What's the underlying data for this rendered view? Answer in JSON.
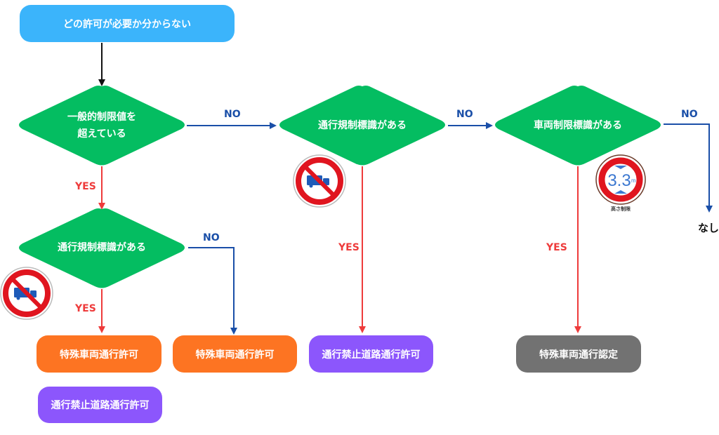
{
  "colors": {
    "start": "#3bb4fb",
    "decision": "#04bd61",
    "special_vehicle_permit": "#fd7422",
    "road_closure_permit": "#8c56fc",
    "special_vehicle_certification": "#727272",
    "yes_arrow": "#ee3b3b",
    "no_arrow": "#1a4fa8",
    "start_arrow": "#111111"
  },
  "start": {
    "label": "どの許可が必要か分からない"
  },
  "decisions": {
    "exceeds_limit": {
      "line1": "一般的制限値を",
      "line2": "超えている"
    },
    "traffic_sign_left": {
      "label": "通行規制標識がある"
    },
    "traffic_sign_mid": {
      "label": "通行規制標識がある"
    },
    "vehicle_limit_sign": {
      "label": "車両制限標識がある"
    }
  },
  "edge_labels": {
    "yes": "YES",
    "no": "NO"
  },
  "results": {
    "left_yes_1": "特殊車両通行許可",
    "left_yes_2": "通行禁止道路通行許可",
    "left_no": "特殊車両通行許可",
    "mid_yes": "通行禁止道路通行許可",
    "right_yes": "特殊車両通行認定",
    "right_no": "なし"
  },
  "signs": {
    "no_trucks_icon": "no-trucks-sign",
    "height_limit_value": "3.3",
    "height_limit_unit": "m",
    "height_limit_caption": "高さ制限"
  }
}
